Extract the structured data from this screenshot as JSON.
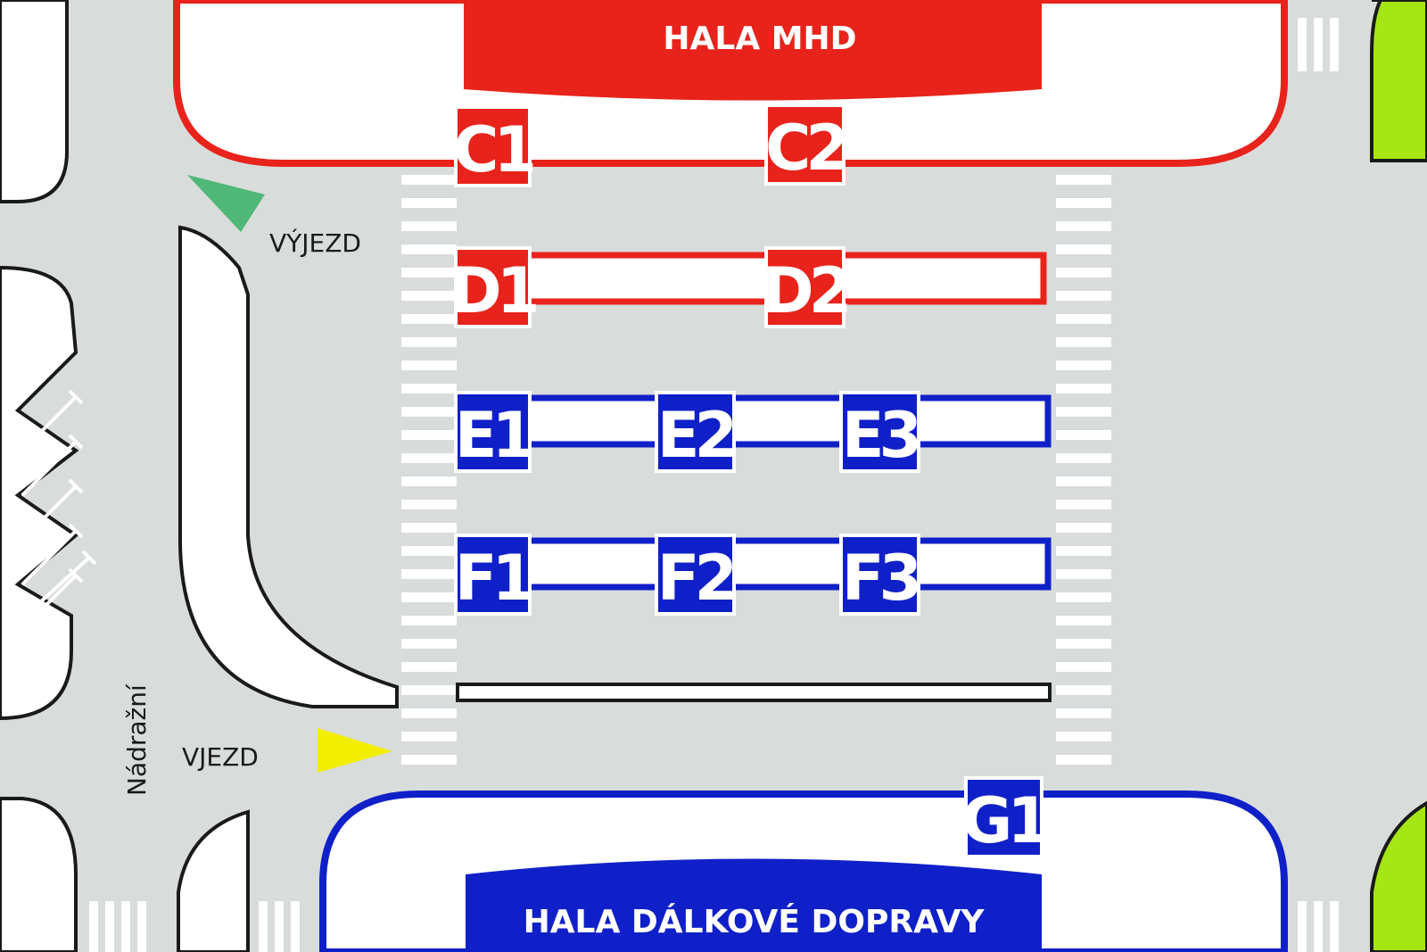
{
  "halls": {
    "mhd": "HALA  MHD",
    "dalkove": "HALA  DÁLKOVÉ DOPRAVY"
  },
  "bays": {
    "c1": "C1",
    "c2": "C2",
    "d1": "D1",
    "d2": "D2",
    "e1": "E1",
    "e2": "E2",
    "e3": "E3",
    "f1": "F1",
    "f2": "F2",
    "f3": "F3",
    "g1": "G1"
  },
  "labels": {
    "exit": "VÝJEZD",
    "entry": "VJEZD",
    "street": "Nádražní"
  },
  "colors": {
    "road": "#d8dcda",
    "red": "#e8231b",
    "blue": "#1020c8",
    "green_arrow": "#4fb777",
    "yellow_arrow": "#f2ee00",
    "lime": "#a6e614"
  }
}
